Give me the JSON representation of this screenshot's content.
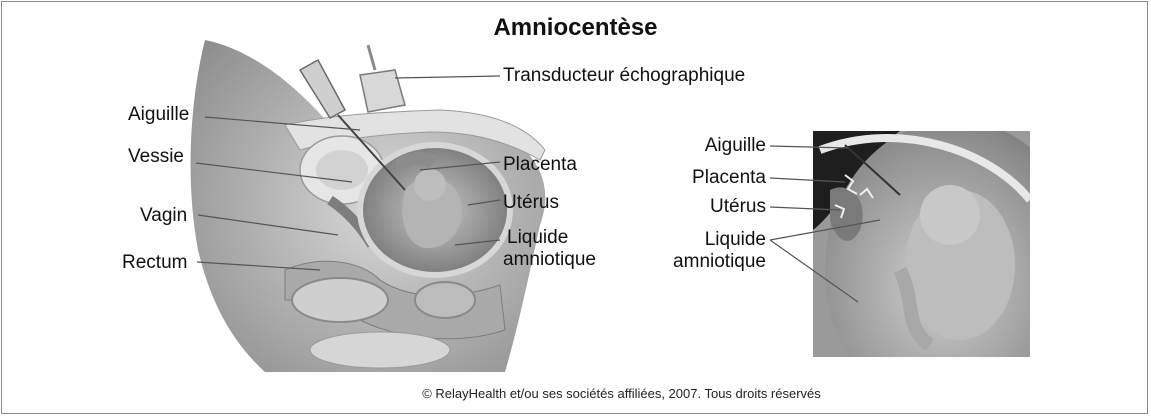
{
  "title": "Amniocentèse",
  "left_labels": {
    "transducer": "Transducteur échographique",
    "needle": "Aiguille",
    "bladder": "Vessie",
    "vagina": "Vagin",
    "rectum": "Rectum",
    "placenta": "Placenta",
    "uterus": "Utérus",
    "fluid_line1": "Liquide",
    "fluid_line2": "amniotique"
  },
  "right_labels": {
    "needle": "Aiguille",
    "placenta": "Placenta",
    "uterus": "Utérus",
    "fluid_line1": "Liquide",
    "fluid_line2": "amniotique"
  },
  "copyright": "© RelayHealth et/ou ses sociétés affiliées, 2007. Tous droits réservés"
}
